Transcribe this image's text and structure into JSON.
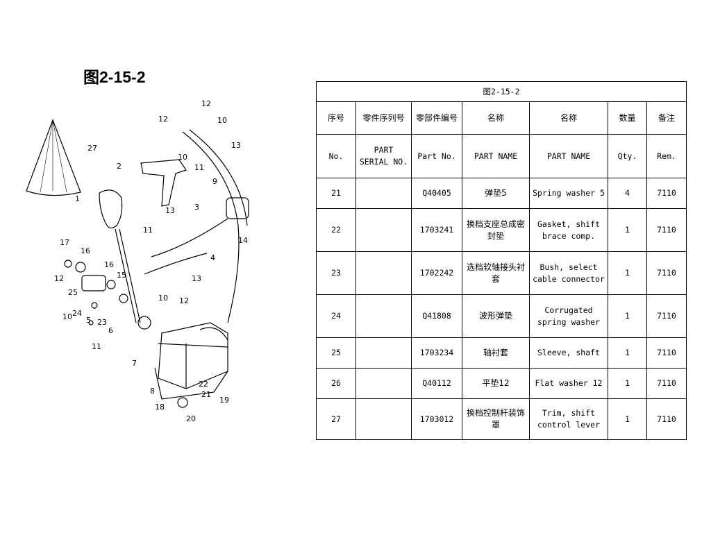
{
  "page": {
    "title": "图2-15-2"
  },
  "diagram": {
    "callouts": [
      "27",
      "2",
      "1",
      "12",
      "10",
      "12",
      "10",
      "11",
      "13",
      "9",
      "3",
      "14",
      "13",
      "11",
      "4",
      "17",
      "16",
      "12",
      "15",
      "16",
      "25",
      "10",
      "24",
      "5",
      "23",
      "6",
      "11",
      "13",
      "10",
      "12",
      "7",
      "8",
      "22",
      "21",
      "19",
      "18",
      "20"
    ]
  },
  "table": {
    "caption": "图2-15-2",
    "headers_cn": [
      "序号",
      "零件序列号",
      "零部件编号",
      "名称",
      "名称",
      "数量",
      "备注"
    ],
    "headers_en": [
      "No.",
      "PART SERIAL NO.",
      "Part No.",
      "PART NAME",
      "PART NAME",
      "Qty.",
      "Rem."
    ],
    "rows": [
      {
        "no": "21",
        "serial": "",
        "part_no": "Q40405",
        "name_cn": "弹垫5",
        "name_en": "Spring washer 5",
        "qty": "4",
        "rem": "7110"
      },
      {
        "no": "22",
        "serial": "",
        "part_no": "1703241",
        "name_cn": "换档支座总成密封垫",
        "name_en": "Gasket, shift brace comp.",
        "qty": "1",
        "rem": "7110"
      },
      {
        "no": "23",
        "serial": "",
        "part_no": "1702242",
        "name_cn": "选档软轴接头衬套",
        "name_en": "Bush, select cable connector",
        "qty": "1",
        "rem": "7110"
      },
      {
        "no": "24",
        "serial": "",
        "part_no": "Q41808",
        "name_cn": "波形弹垫",
        "name_en": "Corrugated spring washer",
        "qty": "1",
        "rem": "7110"
      },
      {
        "no": "25",
        "serial": "",
        "part_no": "1703234",
        "name_cn": "轴衬套",
        "name_en": "Sleeve, shaft",
        "qty": "1",
        "rem": "7110"
      },
      {
        "no": "26",
        "serial": "",
        "part_no": "Q40112",
        "name_cn": "平垫12",
        "name_en": "Flat washer 12",
        "qty": "1",
        "rem": "7110"
      },
      {
        "no": "27",
        "serial": "",
        "part_no": "1703012",
        "name_cn": "换档控制杆装饰罩",
        "name_en": "Trim, shift control lever",
        "qty": "1",
        "rem": "7110"
      }
    ]
  }
}
